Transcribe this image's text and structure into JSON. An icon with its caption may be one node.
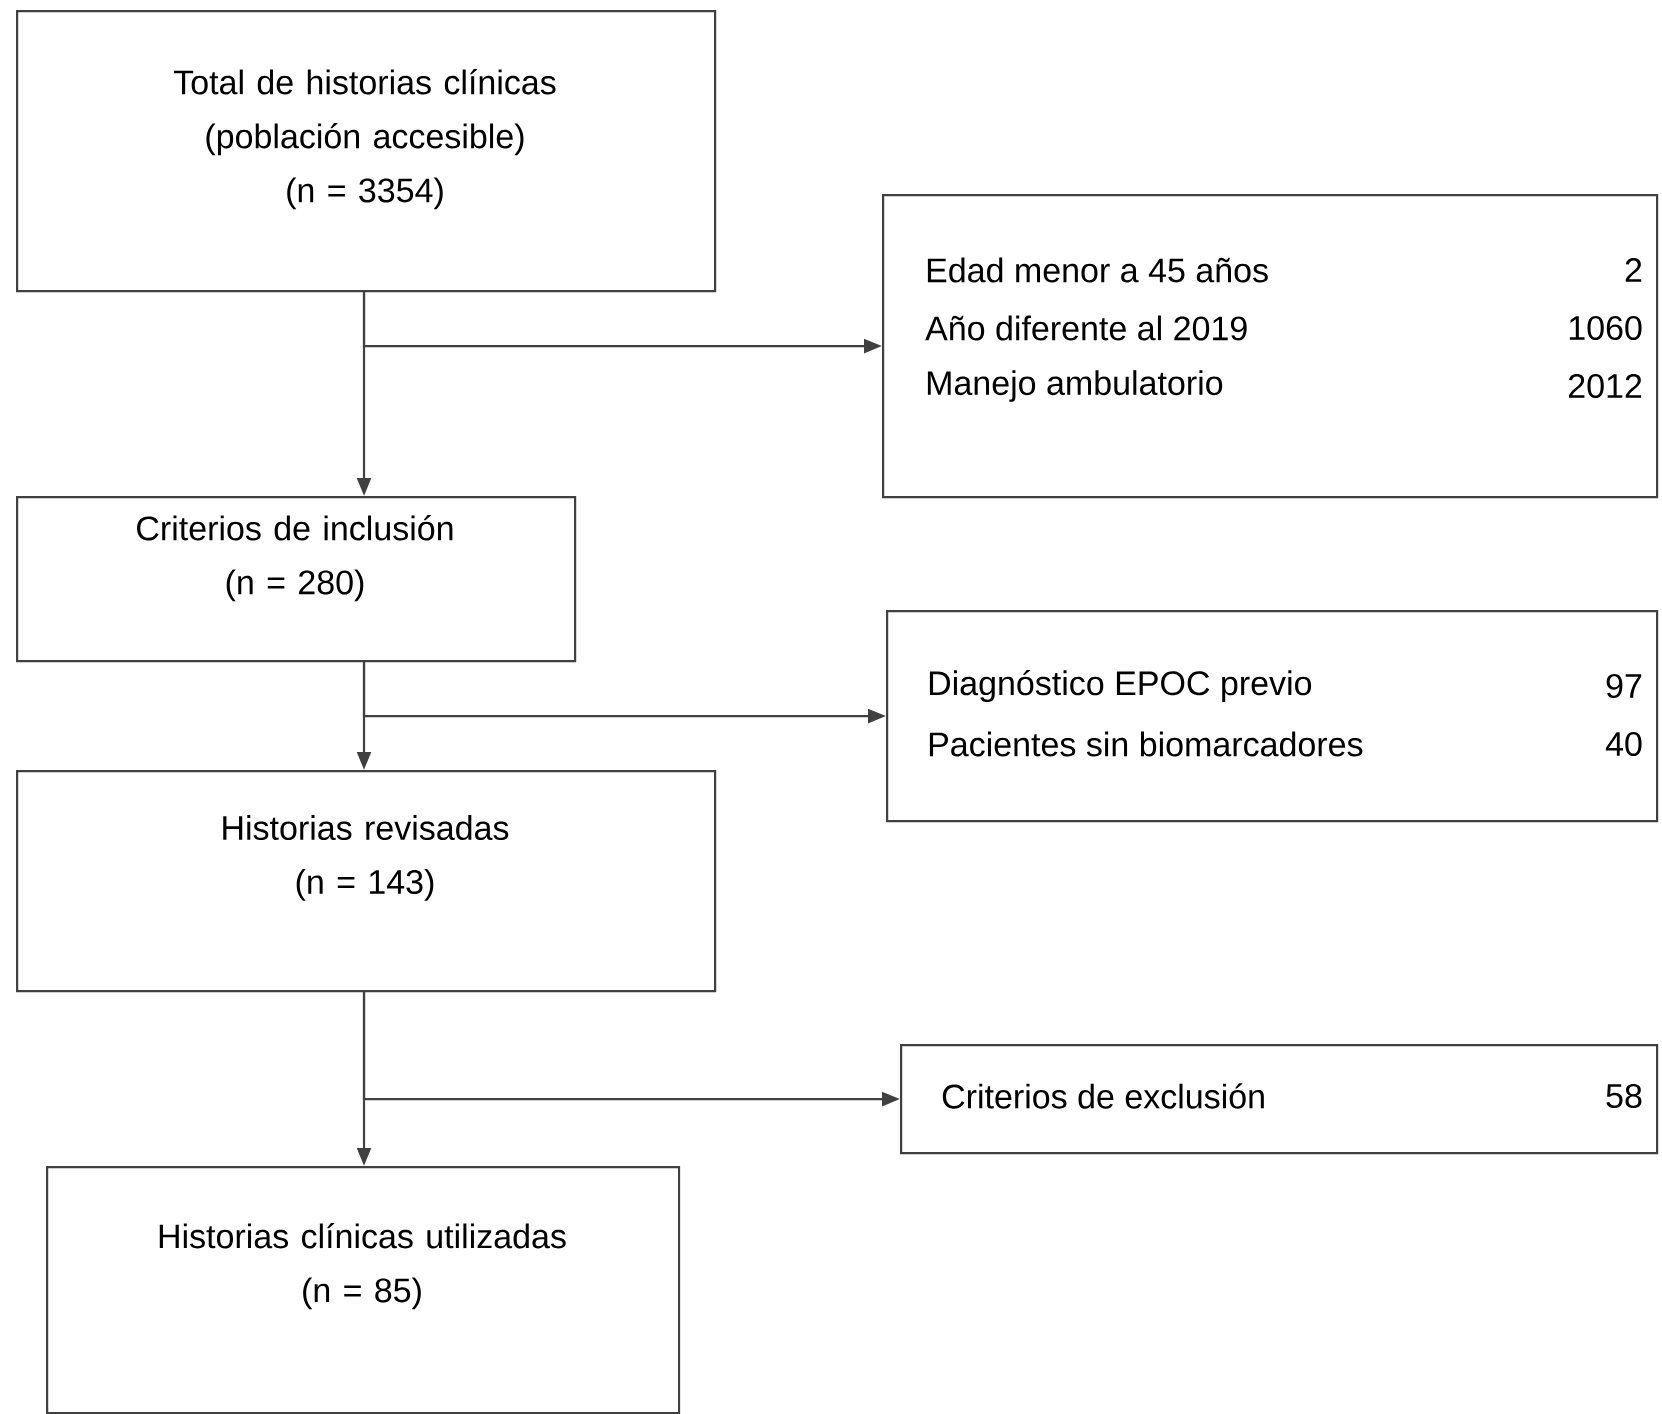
{
  "diagram": {
    "nodes": [
      {
        "text": [
          "Total de historias clínicas (población accesible)",
          "(n = 3354)"
        ]
      },
      {
        "text": [
          "Edad menor a 45 años",
          "2",
          "Año diferente al 2019",
          "1060",
          "Manejo ambulatorio",
          "2012"
        ]
      },
      {
        "text": [
          "Criterios de inclusión",
          "(n = 280)"
        ]
      },
      {
        "text": [
          "Diagnóstico EPOC previo",
          "97",
          "Pacientes sin biomarcadores",
          "40"
        ]
      },
      {
        "text": [
          "Historias revisadas",
          "(n = 143)"
        ]
      },
      {
        "text": [
          "Criterios de exclusión",
          "58"
        ]
      },
      {
        "text": [
          "Historias clínicas utilizadas",
          "(n = 85)"
        ]
      }
    ],
    "edges": [
      {
        "from": 0,
        "to": 2,
        "arrow": "to"
      },
      {
        "from": 0,
        "to": 1,
        "arrow": "to"
      },
      {
        "from": 2,
        "to": 4,
        "arrow": "to"
      },
      {
        "from": 2,
        "to": 3,
        "arrow": "to"
      },
      {
        "from": 4,
        "to": 6,
        "arrow": "to"
      },
      {
        "from": 4,
        "to": 5,
        "arrow": "to"
      }
    ]
  }
}
